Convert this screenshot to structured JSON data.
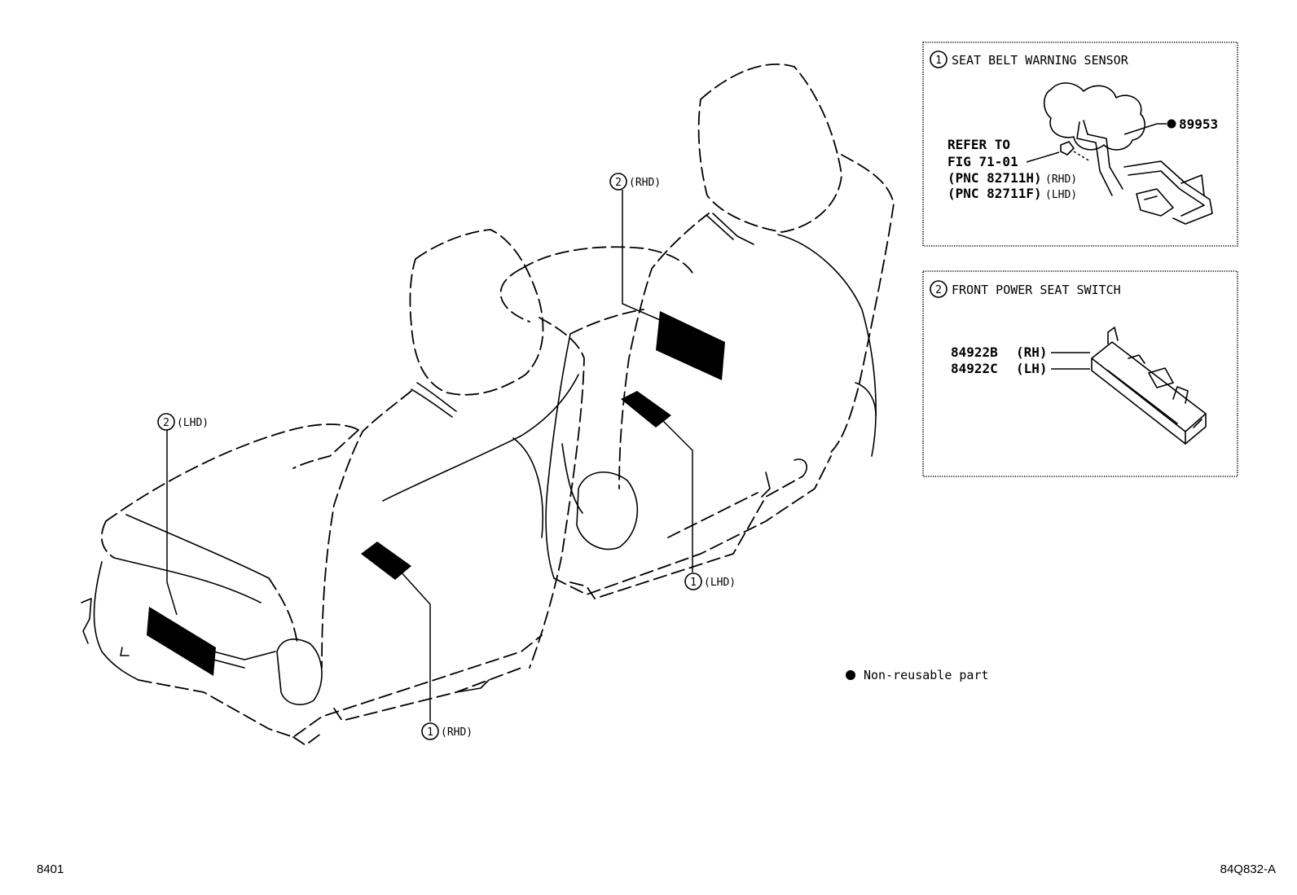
{
  "callouts": {
    "c2_rhd": {
      "num": "2",
      "suffix": "(RHD)"
    },
    "c2_lhd": {
      "num": "2",
      "suffix": "(LHD)"
    },
    "c1_lhd": {
      "num": "1",
      "suffix": "(LHD)"
    },
    "c1_rhd": {
      "num": "1",
      "suffix": "(RHD)"
    }
  },
  "box1": {
    "num": "1",
    "title": "SEAT BELT WARNING SENSOR",
    "part": "89953",
    "refer_line1": "REFER TO",
    "refer_line2": "FIG 71-01",
    "pnc_rhd": "(PNC 82711H)",
    "pnc_rhd_suffix": "(RHD)",
    "pnc_lhd": "(PNC 82711F)",
    "pnc_lhd_suffix": "(LHD)"
  },
  "box2": {
    "num": "2",
    "title": "FRONT POWER SEAT SWITCH",
    "part_rh": "84922B",
    "part_rh_suffix": "(RH)",
    "part_lh": "84922C",
    "part_lh_suffix": "(LH)"
  },
  "legend": {
    "text": "Non-reusable part"
  },
  "footer": {
    "left": "8401",
    "right": "84Q832-A"
  }
}
